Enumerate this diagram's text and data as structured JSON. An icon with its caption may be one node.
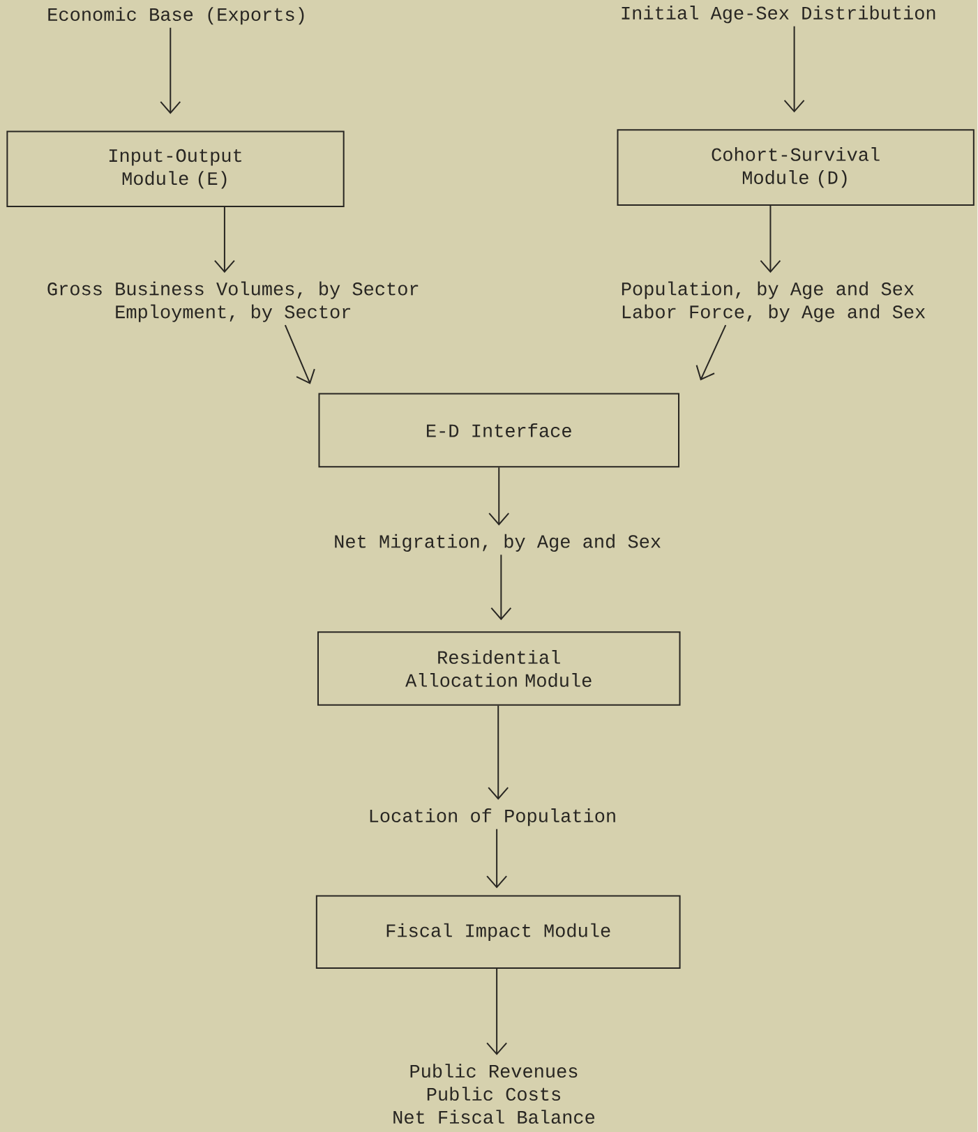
{
  "diagram": {
    "nodes": [
      {
        "text": [
          "Economic Base (Exports)"
        ]
      },
      {
        "text": [
          "Initial Age-Sex Distribution"
        ]
      },
      {
        "text": [
          "Input-Output Module (E)"
        ]
      },
      {
        "text": [
          "Cohort-Survival Module (D)"
        ]
      },
      {
        "text": [
          "Gross Business Volumes, by Sector",
          "Employment, by Sector"
        ]
      },
      {
        "text": [
          "Population, by Age and Sex",
          "Labor Force, by Age and Sex"
        ]
      },
      {
        "text": [
          "E-D Interface"
        ]
      },
      {
        "text": [
          "Net Migration, by Age and Sex"
        ]
      },
      {
        "text": [
          "Residential Allocation Module"
        ]
      },
      {
        "text": [
          "Location of Population"
        ]
      },
      {
        "text": [
          "Fiscal Impact Module"
        ]
      },
      {
        "text": [
          "Public Revenues",
          "Public Costs",
          "Net Fiscal Balance"
        ]
      }
    ],
    "edges": [
      {
        "from": 0,
        "to": 2,
        "arrow": "to"
      },
      {
        "from": 1,
        "to": 3,
        "arrow": "to"
      },
      {
        "from": 2,
        "to": 4,
        "arrow": "to"
      },
      {
        "from": 3,
        "to": 5,
        "arrow": "to"
      },
      {
        "from": 4,
        "to": 6,
        "arrow": "to"
      },
      {
        "from": 5,
        "to": 6,
        "arrow": "to"
      },
      {
        "from": 6,
        "to": 7,
        "arrow": "to"
      },
      {
        "from": 7,
        "to": 8,
        "arrow": "to"
      },
      {
        "from": 8,
        "to": 9,
        "arrow": "to"
      },
      {
        "from": 9,
        "to": 10,
        "arrow": "to"
      },
      {
        "from": 10,
        "to": 11,
        "arrow": "to"
      }
    ]
  }
}
